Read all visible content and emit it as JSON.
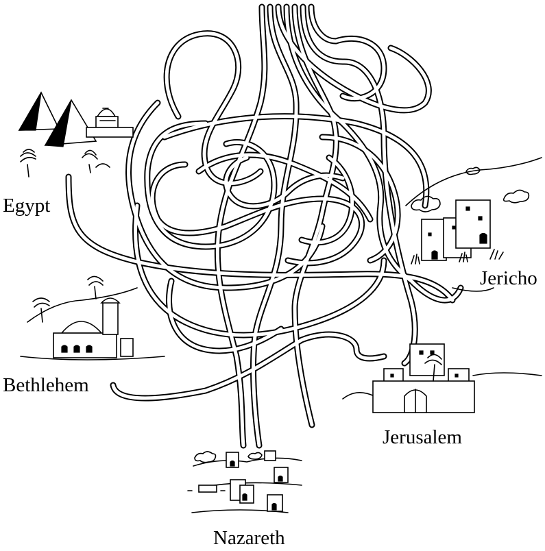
{
  "places": {
    "egypt": "Egypt",
    "jericho": "Jericho",
    "bethlehem": "Bethlehem",
    "jerusalem": "Jerusalem",
    "nazareth": "Nazareth"
  },
  "colors": {
    "ink": "#000000",
    "paper": "#ffffff"
  },
  "icons": [
    "pyramids-icon",
    "village-icon",
    "palm-tree-icon",
    "bush-icon"
  ]
}
